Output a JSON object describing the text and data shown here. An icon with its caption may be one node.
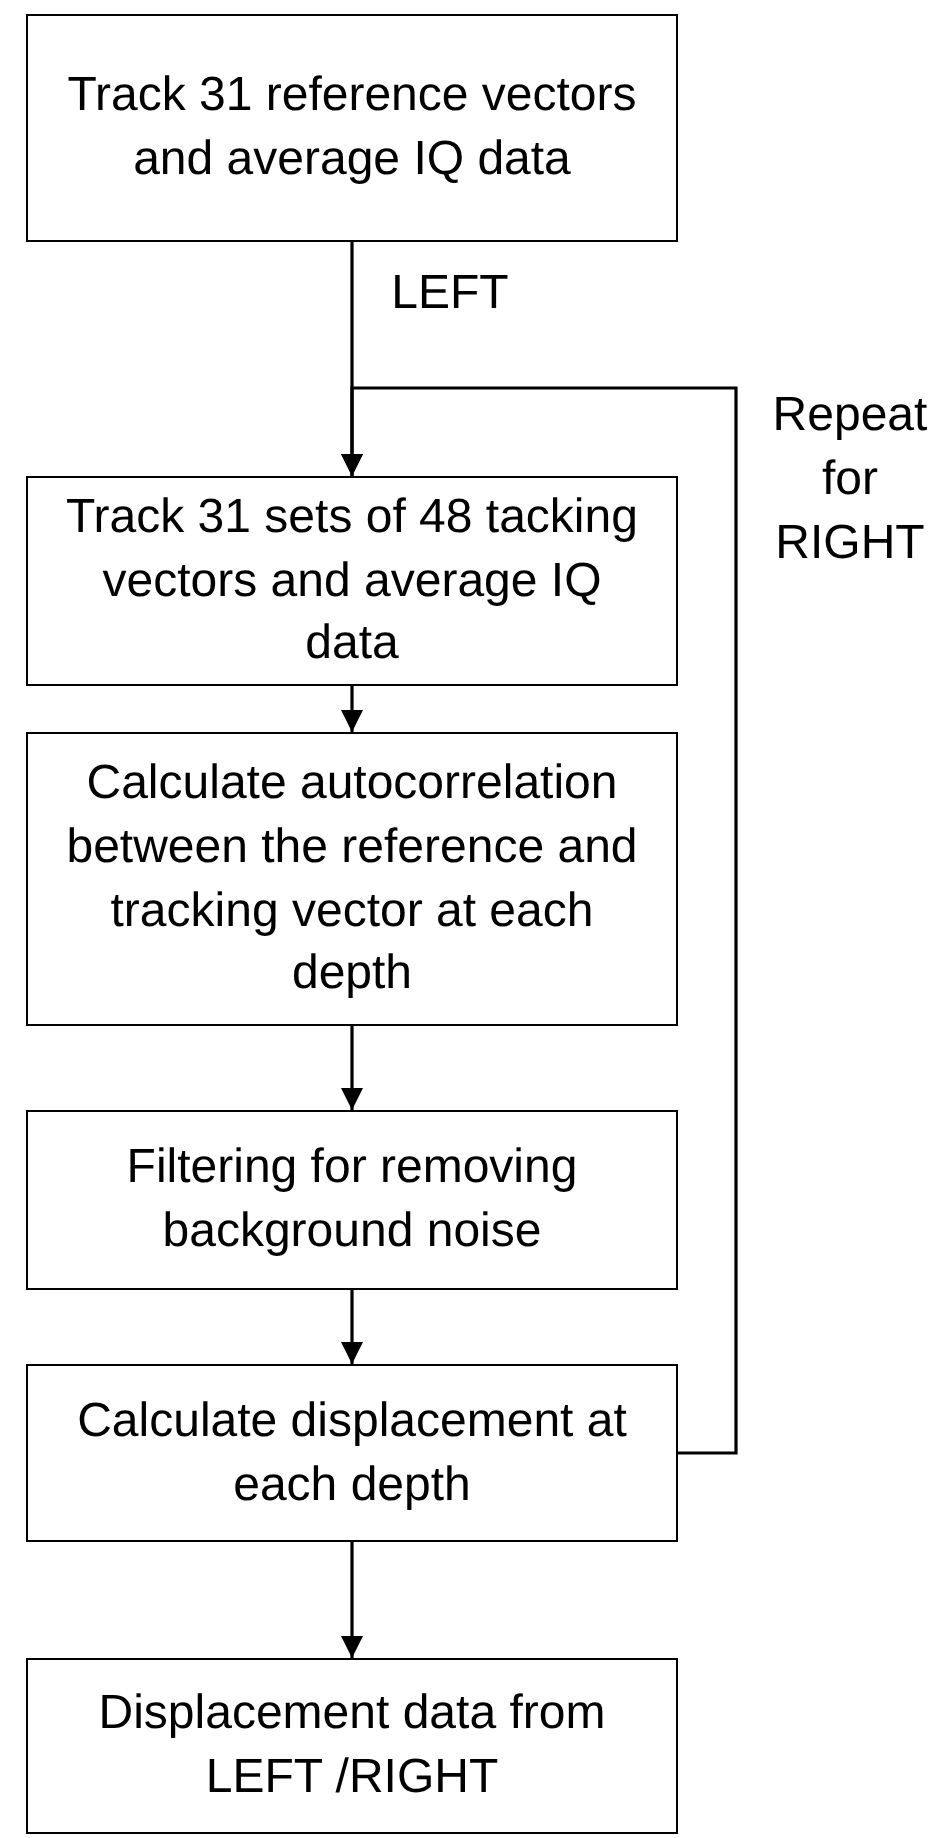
{
  "diagram": {
    "nodes": [
      {
        "text": [
          "Track 31 reference vectors and average IQ data"
        ]
      },
      {
        "text": [
          "Track 31 sets of 48 tacking vectors and average IQ data"
        ]
      },
      {
        "text": [
          "Calculate autocorrelation between the reference and tracking vector at each depth"
        ]
      },
      {
        "text": [
          "Filtering for removing background noise"
        ]
      },
      {
        "text": [
          "Calculate displacement at each depth"
        ]
      },
      {
        "text": [
          "Displacement data from LEFT /RIGHT"
        ]
      }
    ],
    "edges": [
      {
        "from": 0,
        "to": 1,
        "arrow": "to",
        "label": "LEFT"
      },
      {
        "from": 1,
        "to": 2,
        "arrow": "to"
      },
      {
        "from": 2,
        "to": 3,
        "arrow": "to"
      },
      {
        "from": 3,
        "to": 4,
        "arrow": "to"
      },
      {
        "from": 4,
        "to": 1,
        "arrow": "to",
        "label": "Repeat for RIGHT"
      },
      {
        "from": 4,
        "to": 5,
        "arrow": "to"
      }
    ]
  }
}
